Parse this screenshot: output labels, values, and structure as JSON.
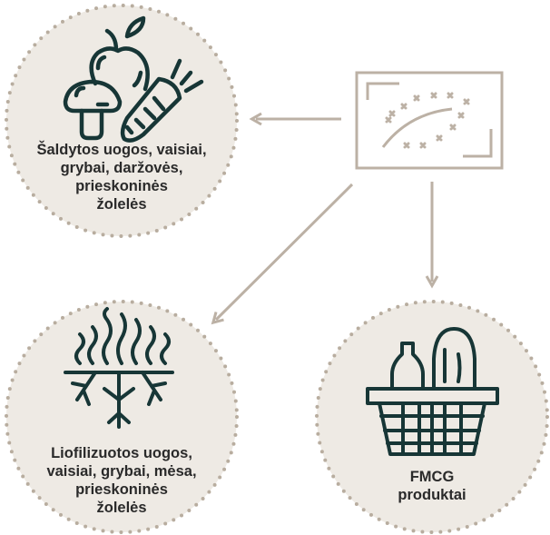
{
  "nodes": {
    "frozen": {
      "label_lines": [
        "Šaldytos uogos, vaisiai,",
        "grybai, daržovės,",
        "prieskoninės",
        "žolelės"
      ]
    },
    "freeze_dried": {
      "label_lines": [
        "Liofilizuotos uogos,",
        "vaisiai, grybai, mėsa,",
        "prieskoninės",
        "žolelės"
      ]
    },
    "fmcg": {
      "label_lines": [
        "FMCG",
        "produktai"
      ]
    }
  },
  "colors": {
    "circle_fill": "#eeeae4",
    "dots": "#b8ad9f",
    "icon": "#173636",
    "arrow": "#bcb1a5"
  }
}
